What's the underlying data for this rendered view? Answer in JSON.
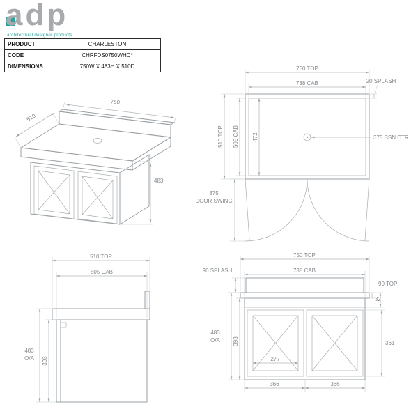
{
  "brand": {
    "logo": "adp",
    "tagline": "architectural designer products"
  },
  "spec": {
    "rows": [
      {
        "label": "PRODUCT",
        "value": "CHARLESTON"
      },
      {
        "label": "CODE",
        "value": "CHRFDS0750WHC*"
      },
      {
        "label": "DIMENSIONS",
        "value": "750W X 483H X 510D"
      }
    ]
  },
  "iso": {
    "width": "750",
    "depth": "510",
    "height": "483"
  },
  "plan": {
    "top_width": "750 TOP",
    "cab_width": "738 CAB",
    "splash": "20 SPLASH",
    "top_depth": "510 TOP",
    "cab_depth": "505 CAB",
    "internal_depth": "472",
    "basin_centre": "375 BSN CTR",
    "door_swing_value": "875",
    "door_swing_label": "DOOR SWING"
  },
  "side": {
    "top_depth": "510 TOP",
    "cab_depth": "505 CAB",
    "overall_height": "483",
    "overall_suffix": "O/A",
    "cab_height": "393"
  },
  "front": {
    "top_width": "750 TOP",
    "cab_width": "738 CAB",
    "splash_height": "90 SPLASH",
    "top_height": "90 TOP",
    "top_thickness": "32",
    "overall_height": "483",
    "overall_suffix": "O/A",
    "cab_height": "393",
    "door_height": "361",
    "door_internal_width": "277",
    "left_door_width": "366",
    "right_door_width": "366"
  }
}
